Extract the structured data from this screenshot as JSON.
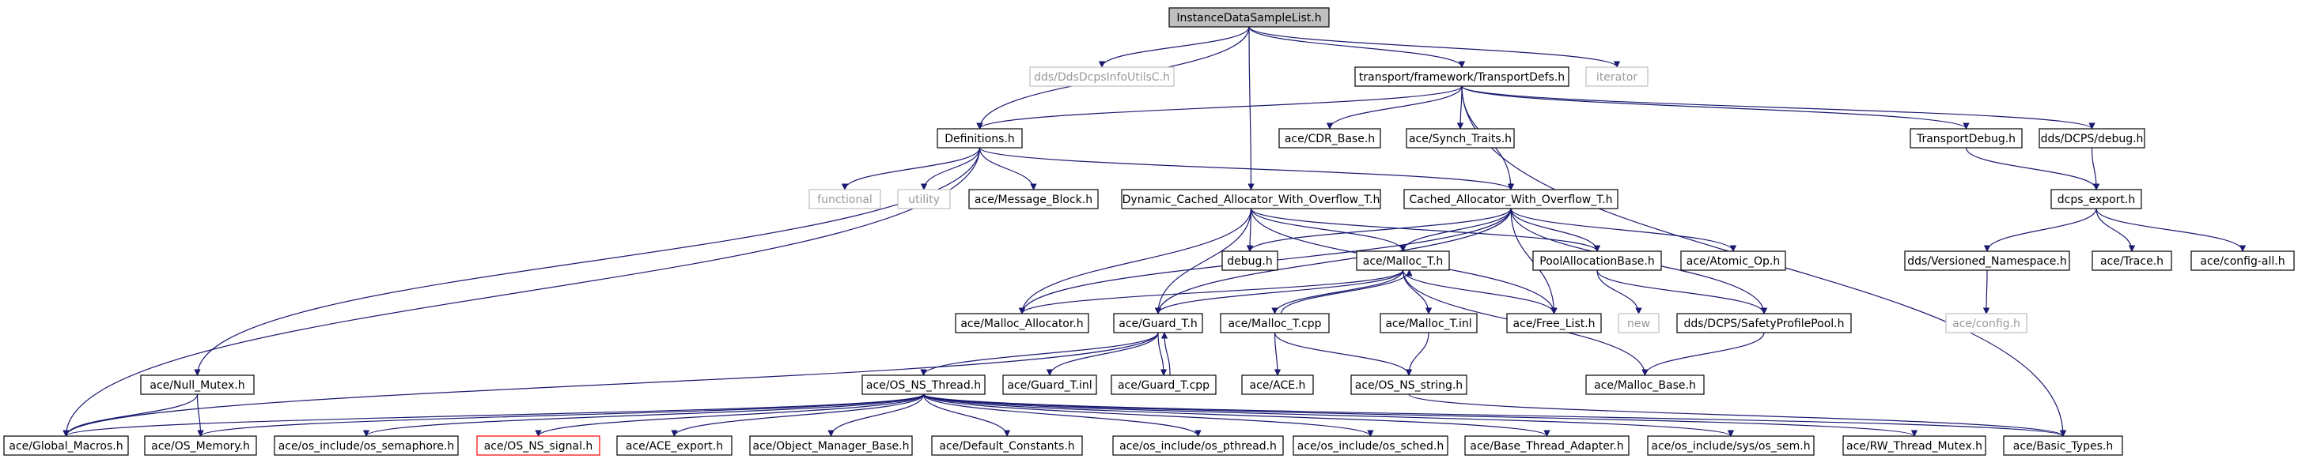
{
  "nodes": [
    {
      "id": "root",
      "label": "InstanceDataSampleList.h",
      "kind": "root"
    },
    {
      "id": "ddsinfo",
      "label": "dds/DdsDcpsInfoUtilsC.h",
      "kind": "external"
    },
    {
      "id": "tdefs",
      "label": "transport/framework/TransportDefs.h",
      "kind": "normal"
    },
    {
      "id": "iterator",
      "label": "iterator",
      "kind": "external"
    },
    {
      "id": "definitions",
      "label": "Definitions.h",
      "kind": "normal"
    },
    {
      "id": "cdrbase",
      "label": "ace/CDR_Base.h",
      "kind": "normal"
    },
    {
      "id": "synch",
      "label": "ace/Synch_Traits.h",
      "kind": "normal"
    },
    {
      "id": "tdebug",
      "label": "TransportDebug.h",
      "kind": "normal"
    },
    {
      "id": "dcpsdebug",
      "label": "dds/DCPS/debug.h",
      "kind": "normal"
    },
    {
      "id": "functional",
      "label": "functional",
      "kind": "external"
    },
    {
      "id": "utility",
      "label": "utility",
      "kind": "external"
    },
    {
      "id": "msgblock",
      "label": "ace/Message_Block.h",
      "kind": "normal"
    },
    {
      "id": "dcaowo",
      "label": "Dynamic_Cached_Allocator_With_Overflow_T.h",
      "kind": "normal"
    },
    {
      "id": "caowo",
      "label": "Cached_Allocator_With_Overflow_T.h",
      "kind": "normal"
    },
    {
      "id": "dcpsexport",
      "label": "dcps_export.h",
      "kind": "normal"
    },
    {
      "id": "debug",
      "label": "debug.h",
      "kind": "normal"
    },
    {
      "id": "malloct",
      "label": "ace/Malloc_T.h",
      "kind": "normal"
    },
    {
      "id": "poolalloc",
      "label": "PoolAllocationBase.h",
      "kind": "normal"
    },
    {
      "id": "atomic",
      "label": "ace/Atomic_Op.h",
      "kind": "normal"
    },
    {
      "id": "versioned",
      "label": "dds/Versioned_Namespace.h",
      "kind": "normal"
    },
    {
      "id": "trace",
      "label": "ace/Trace.h",
      "kind": "normal"
    },
    {
      "id": "configall",
      "label": "ace/config-all.h",
      "kind": "normal"
    },
    {
      "id": "mallocalloc",
      "label": "ace/Malloc_Allocator.h",
      "kind": "normal"
    },
    {
      "id": "guardt",
      "label": "ace/Guard_T.h",
      "kind": "normal"
    },
    {
      "id": "malloctcpp",
      "label": "ace/Malloc_T.cpp",
      "kind": "normal"
    },
    {
      "id": "malloctinl",
      "label": "ace/Malloc_T.inl",
      "kind": "normal"
    },
    {
      "id": "freelist",
      "label": "ace/Free_List.h",
      "kind": "normal"
    },
    {
      "id": "new",
      "label": "new",
      "kind": "external"
    },
    {
      "id": "safetypool",
      "label": "dds/DCPS/SafetyProfilePool.h",
      "kind": "normal"
    },
    {
      "id": "config",
      "label": "ace/config.h",
      "kind": "external"
    },
    {
      "id": "nullmutex",
      "label": "ace/Null_Mutex.h",
      "kind": "normal"
    },
    {
      "id": "osnsthread",
      "label": "ace/OS_NS_Thread.h",
      "kind": "normal"
    },
    {
      "id": "guardtinl",
      "label": "ace/Guard_T.inl",
      "kind": "normal"
    },
    {
      "id": "guardtcpp",
      "label": "ace/Guard_T.cpp",
      "kind": "normal"
    },
    {
      "id": "ace",
      "label": "ace/ACE.h",
      "kind": "normal"
    },
    {
      "id": "osnsstring",
      "label": "ace/OS_NS_string.h",
      "kind": "normal"
    },
    {
      "id": "mallocbase",
      "label": "ace/Malloc_Base.h",
      "kind": "normal"
    },
    {
      "id": "globalmacros",
      "label": "ace/Global_Macros.h",
      "kind": "normal"
    },
    {
      "id": "osmemory",
      "label": "ace/OS_Memory.h",
      "kind": "normal"
    },
    {
      "id": "ossemaphore",
      "label": "ace/os_include/os_semaphore.h",
      "kind": "normal"
    },
    {
      "id": "osnssignal",
      "label": "ace/OS_NS_signal.h",
      "kind": "missing"
    },
    {
      "id": "aceexport",
      "label": "ace/ACE_export.h",
      "kind": "normal"
    },
    {
      "id": "objmgr",
      "label": "ace/Object_Manager_Base.h",
      "kind": "normal"
    },
    {
      "id": "defconst",
      "label": "ace/Default_Constants.h",
      "kind": "normal"
    },
    {
      "id": "ospthread",
      "label": "ace/os_include/os_pthread.h",
      "kind": "normal"
    },
    {
      "id": "ossched",
      "label": "ace/os_include/os_sched.h",
      "kind": "normal"
    },
    {
      "id": "basethread",
      "label": "ace/Base_Thread_Adapter.h",
      "kind": "normal"
    },
    {
      "id": "syssem",
      "label": "ace/os_include/sys/os_sem.h",
      "kind": "normal"
    },
    {
      "id": "rwmutex",
      "label": "ace/RW_Thread_Mutex.h",
      "kind": "normal"
    },
    {
      "id": "basictypes",
      "label": "ace/Basic_Types.h",
      "kind": "normal"
    }
  ],
  "edges": [
    [
      "root",
      "ddsinfo"
    ],
    [
      "root",
      "tdefs"
    ],
    [
      "root",
      "iterator"
    ],
    [
      "root",
      "definitions"
    ],
    [
      "root",
      "dcaowo"
    ],
    [
      "tdefs",
      "definitions"
    ],
    [
      "tdefs",
      "cdrbase"
    ],
    [
      "tdefs",
      "synch"
    ],
    [
      "tdefs",
      "caowo"
    ],
    [
      "tdefs",
      "tdebug"
    ],
    [
      "tdefs",
      "dcpsdebug"
    ],
    [
      "tdefs",
      "basictypes"
    ],
    [
      "definitions",
      "functional"
    ],
    [
      "definitions",
      "utility"
    ],
    [
      "definitions",
      "msgblock"
    ],
    [
      "definitions",
      "caowo"
    ],
    [
      "definitions",
      "globalmacros"
    ],
    [
      "definitions",
      "nullmutex"
    ],
    [
      "tdebug",
      "dcpsexport"
    ],
    [
      "dcpsdebug",
      "dcpsexport"
    ],
    [
      "dcpsexport",
      "versioned"
    ],
    [
      "dcpsexport",
      "trace"
    ],
    [
      "dcpsexport",
      "configall"
    ],
    [
      "versioned",
      "config"
    ],
    [
      "dcaowo",
      "debug"
    ],
    [
      "dcaowo",
      "malloct"
    ],
    [
      "dcaowo",
      "mallocalloc"
    ],
    [
      "dcaowo",
      "guardt"
    ],
    [
      "dcaowo",
      "freelist"
    ],
    [
      "dcaowo",
      "poolalloc"
    ],
    [
      "caowo",
      "debug"
    ],
    [
      "caowo",
      "malloct"
    ],
    [
      "caowo",
      "mallocalloc"
    ],
    [
      "caowo",
      "guardt"
    ],
    [
      "caowo",
      "freelist"
    ],
    [
      "caowo",
      "poolalloc"
    ],
    [
      "caowo",
      "atomic"
    ],
    [
      "caowo",
      "safetypool"
    ],
    [
      "malloct",
      "mallocalloc"
    ],
    [
      "malloct",
      "guardt"
    ],
    [
      "malloct",
      "malloctcpp"
    ],
    [
      "malloct",
      "malloctinl"
    ],
    [
      "malloct",
      "freelist"
    ],
    [
      "malloct",
      "mallocbase"
    ],
    [
      "malloctcpp",
      "malloct"
    ],
    [
      "malloctcpp",
      "ace"
    ],
    [
      "malloctcpp",
      "osnsstring"
    ],
    [
      "malloctinl",
      "osnsstring"
    ],
    [
      "poolalloc",
      "new"
    ],
    [
      "poolalloc",
      "safetypool"
    ],
    [
      "safetypool",
      "mallocbase"
    ],
    [
      "guardt",
      "globalmacros"
    ],
    [
      "guardt",
      "osnsthread"
    ],
    [
      "guardt",
      "guardtinl"
    ],
    [
      "guardt",
      "guardtcpp"
    ],
    [
      "guardtcpp",
      "guardt"
    ],
    [
      "nullmutex",
      "globalmacros"
    ],
    [
      "nullmutex",
      "osmemory"
    ],
    [
      "osnsstring",
      "basictypes"
    ],
    [
      "osnsthread",
      "globalmacros"
    ],
    [
      "osnsthread",
      "osmemory"
    ],
    [
      "osnsthread",
      "ossemaphore"
    ],
    [
      "osnsthread",
      "osnssignal"
    ],
    [
      "osnsthread",
      "aceexport"
    ],
    [
      "osnsthread",
      "objmgr"
    ],
    [
      "osnsthread",
      "defconst"
    ],
    [
      "osnsthread",
      "ospthread"
    ],
    [
      "osnsthread",
      "ossched"
    ],
    [
      "osnsthread",
      "basethread"
    ],
    [
      "osnsthread",
      "syssem"
    ],
    [
      "osnsthread",
      "rwmutex"
    ],
    [
      "osnsthread",
      "basictypes"
    ]
  ]
}
